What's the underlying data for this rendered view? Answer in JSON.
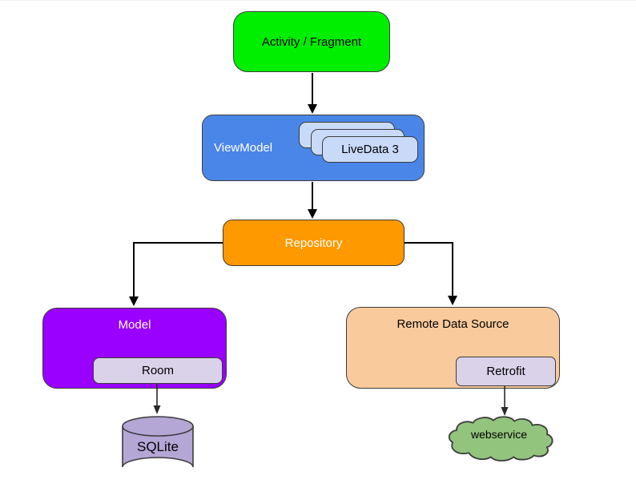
{
  "diagram": {
    "nodes": {
      "activity": {
        "label": "Activity / Fragment"
      },
      "viewmodel": {
        "label": "ViewModel",
        "livedata_label": "LiveData 3"
      },
      "repository": {
        "label": "Repository"
      },
      "model": {
        "label": "Model",
        "room_label": "Room"
      },
      "remote": {
        "label": "Remote Data Source",
        "retrofit_label": "Retrofit"
      },
      "sqlite": {
        "label": "SQLite"
      },
      "webservice": {
        "label": "webservice"
      }
    },
    "edges": [
      {
        "from": "activity",
        "to": "viewmodel"
      },
      {
        "from": "viewmodel",
        "to": "repository"
      },
      {
        "from": "repository",
        "to": "model"
      },
      {
        "from": "repository",
        "to": "remote"
      },
      {
        "from": "room",
        "to": "sqlite"
      },
      {
        "from": "retrofit",
        "to": "webservice"
      }
    ],
    "colors": {
      "activity_fill": "#00ee00",
      "viewmodel_fill": "#4a86e8",
      "livedata_fill": "#c9daf8",
      "repository_fill": "#ff9900",
      "model_fill": "#9900ff",
      "remote_fill": "#f9cb9c",
      "room_fill": "#d9d2e9",
      "retrofit_fill": "#d9d2e9",
      "sqlite_fill": "#b4a7d6",
      "webservice_fill": "#93c47d",
      "arrow": "#000000"
    }
  }
}
